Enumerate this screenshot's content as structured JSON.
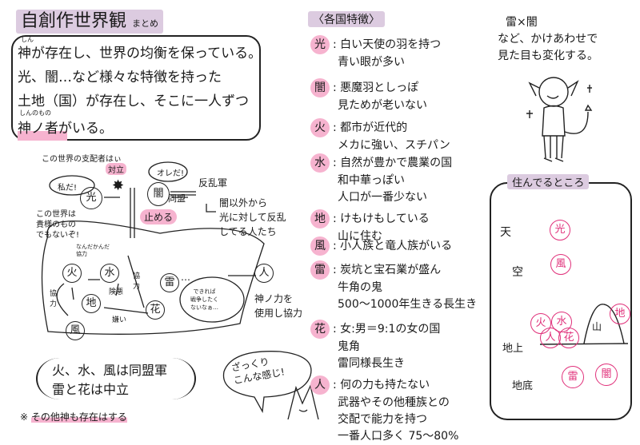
{
  "title": "自創作世界観",
  "title_suffix": "まとめ",
  "intro": {
    "lines": [
      "神が存在し、世界の均衡を保っている。",
      "光、闇…など様々な特徴を持った",
      "土地（国）が存在し、そこに一人ずつ",
      "神ノ者がいる。"
    ],
    "ruby_kami": "しん",
    "ruby_kaminomono": "しんのもの"
  },
  "diagram": {
    "rulers_label": "この世界の支配者はぃ",
    "light": "光",
    "dark": "闇",
    "light_speech": "私だ!",
    "dark_speech": "オレだ!",
    "conflict": "対立",
    "rebels": "反乱軍",
    "alliance": "同盟",
    "rebels_desc": [
      "闇以外から",
      "光に対して反乱",
      "してる人たち"
    ],
    "stop": "止める",
    "not_yours": [
      "この世界は",
      "貴様のもの",
      "でもないぞ!"
    ],
    "coop_anyway": [
      "なんだかんだ",
      "協力"
    ],
    "fire": "火",
    "water": "水",
    "earth": "地",
    "wind": "風",
    "thunder": "雷",
    "flower": "花",
    "human": "人",
    "coop1": "協力",
    "coop2": "協力",
    "bad": "険悪",
    "dislike": "嫌い",
    "thunder_dots": "…",
    "thunder_thought": [
      "できれば",
      "戦争したく",
      "ないなぁ…"
    ],
    "human_desc": [
      "神ノ力を",
      "使用し協力"
    ]
  },
  "alliance_note": [
    "火、水、風は同盟軍",
    "雷と花は中立"
  ],
  "footnote_mark": "※",
  "footnote": "その他神も存在はする",
  "bubble": [
    "ざっくり",
    "こんな感じ!"
  ],
  "features": {
    "header": "〈各国特徴〉",
    "items": [
      {
        "key": "光",
        "lines": [
          "白い天使の羽を持つ",
          "青い眼が多い"
        ]
      },
      {
        "key": "闇",
        "lines": [
          "悪魔羽としっぽ",
          "見ためが老いない"
        ]
      },
      {
        "key": "火",
        "lines": [
          "都市が近代的",
          "メカに強い、スチパン"
        ]
      },
      {
        "key": "水",
        "lines": [
          "自然が豊かで農業の国",
          "和中華っぽい",
          "人口が一番少ない"
        ]
      },
      {
        "key": "地",
        "lines": [
          "けもけもしている",
          "山に住む"
        ]
      },
      {
        "key": "風",
        "lines": [
          "小人族と竜人族がいる"
        ]
      },
      {
        "key": "雷",
        "lines": [
          "炭坑と宝石業が盛ん",
          "牛角の鬼",
          "500～1000年生きる長生き"
        ]
      },
      {
        "key": "花",
        "lines": [
          "女:男＝9:1の女の国",
          "鬼角",
          "雷同様長生き"
        ]
      },
      {
        "key": "人",
        "lines": [
          "何の力も持たない",
          "武器やその他種族との",
          "交配で能力を持つ",
          "一番人口多く 75～80%"
        ]
      }
    ]
  },
  "mix": [
    "雷×闇",
    "など、かけあわせで",
    "見た目も変化する。"
  ],
  "habitat": {
    "title": "住んでるところ",
    "sky_high": "天",
    "sky": "空",
    "ground": "地上",
    "underground": "地底",
    "mountain": "山",
    "marks": {
      "light": "光",
      "wind": "風",
      "fire": "火",
      "water": "水",
      "human": "人",
      "flower": "花",
      "earth": "地",
      "thunder": "雷",
      "dark": "闇"
    }
  },
  "colors": {
    "pink": "#f6b3cf",
    "purple": "#dccbe0",
    "magenta": "#e0307a"
  }
}
